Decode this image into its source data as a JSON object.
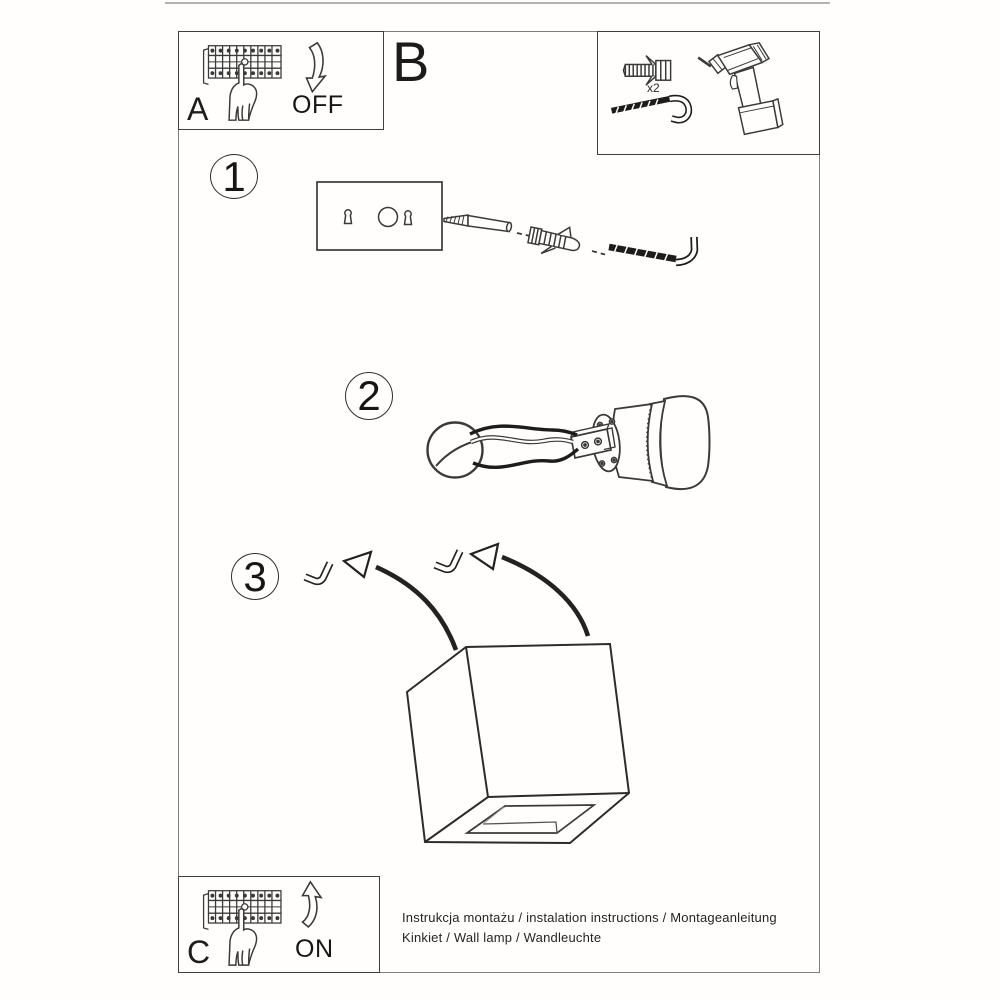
{
  "document": {
    "kind": "wall-lamp installation instruction sheet"
  },
  "colors": {
    "line": "#3a3a3a",
    "ink": "#1d1d1d",
    "frame_gray": "#7e7e7e",
    "background": "#ffffff"
  },
  "panels": {
    "a": {
      "label": "A",
      "action": "OFF"
    },
    "b": {
      "label": "B",
      "quantity": "x2"
    },
    "c": {
      "label": "C",
      "action": "ON"
    }
  },
  "steps": [
    {
      "number": "1"
    },
    {
      "number": "2"
    },
    {
      "number": "3"
    }
  ],
  "footer": {
    "line1": "Instrukcja montażu / instalation instructions / Montageanleitung",
    "line2": "Kinkiet / Wall lamp / Wandleuchte"
  },
  "icons": {
    "panel_a": [
      "breaker-panel-icon",
      "pointing-hand-icon",
      "curved-arrow-down-icon"
    ],
    "panel_b": [
      "wall-anchor-icon",
      "hook-screw-icon",
      "drill-icon"
    ],
    "panel_c": [
      "breaker-panel-icon",
      "pointing-hand-icon",
      "curved-arrow-up-icon"
    ],
    "step1": [
      "mounting-plate-icon",
      "screw-icon",
      "wall-anchor-icon",
      "hook-screw-icon"
    ],
    "step2": [
      "wire-loop-icon",
      "cable-icon",
      "lamp-socket-icon"
    ],
    "step3": [
      "hook-icon",
      "curved-arrow-icon",
      "cube-lamp-icon"
    ]
  }
}
